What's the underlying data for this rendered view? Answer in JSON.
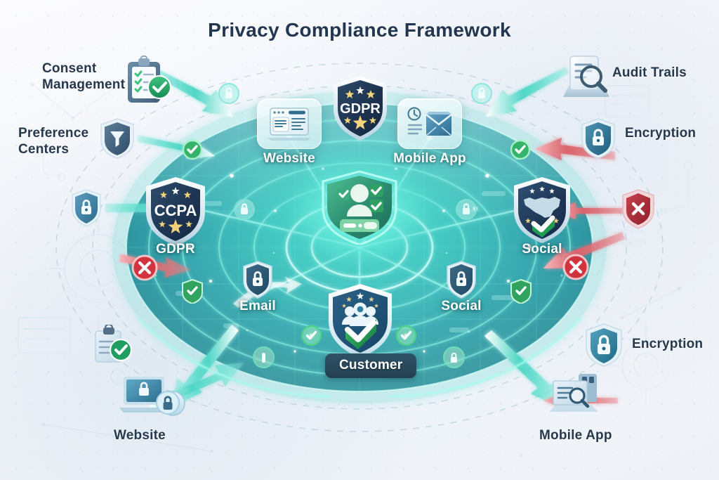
{
  "page": {
    "title": "Privacy Compliance Framework",
    "background_color": "#f7f7fb",
    "title_color": "#22374f"
  },
  "palette": {
    "teal_dark": "#2a8f9e",
    "teal_mid": "#35b3ae",
    "teal_light": "#45e0cd",
    "navy": "#22374f",
    "green_check": "#2fae5f",
    "red_alert": "#d8414a",
    "white": "#ffffff"
  },
  "outer_labels": [
    {
      "id": "consent-management",
      "text": "Consent\nManagement",
      "icon": "clipboard-check-icon",
      "corner": "top-left"
    },
    {
      "id": "preference-centers",
      "text": "Preference\nCenters",
      "icon": "shield-funnel-icon",
      "corner": "left-upper"
    },
    {
      "id": "audit-trails",
      "text": "Audit  Trails",
      "icon": "document-magnifier-icon",
      "corner": "top-right"
    },
    {
      "id": "encryption-top",
      "text": "Encryption",
      "icon": "shield-lock-icon",
      "corner": "right-upper"
    },
    {
      "id": "encryption-bottom",
      "text": "Encryption",
      "icon": "shield-lock-icon",
      "corner": "right-lower"
    },
    {
      "id": "website-bottom",
      "text": "Website",
      "icon": "laptop-lock-icon",
      "corner": "bottom-left"
    },
    {
      "id": "mobile-app-bottom",
      "text": "Mobile App",
      "icon": "document-magnifier-icon",
      "corner": "bottom-right"
    }
  ],
  "inner_nodes": [
    {
      "id": "website",
      "label": "Website",
      "icon": "browser-window-icon",
      "ring": "top"
    },
    {
      "id": "gdpr-top",
      "label": "GDPR",
      "icon": "shield-gdpr-icon",
      "badge_text": "GDPR",
      "ring": "top-center"
    },
    {
      "id": "mobile-app",
      "label": "Mobile App",
      "icon": "envelope-clock-icon",
      "ring": "top"
    },
    {
      "id": "ccpa",
      "label": "GDPR",
      "icon": "shield-ccpa-icon",
      "badge_text": "CCPA",
      "ring": "left"
    },
    {
      "id": "social-right",
      "label": "Social",
      "icon": "shield-map-check-icon",
      "ring": "right"
    },
    {
      "id": "email",
      "label": "Email",
      "icon": "shield-lock-icon",
      "ring": "bottom-left"
    },
    {
      "id": "social-bottom",
      "label": "Social",
      "icon": "shield-lock-icon",
      "ring": "bottom-right"
    },
    {
      "id": "customer",
      "label": "Customer",
      "icon": "shield-people-check-icon",
      "ring": "center-bottom"
    },
    {
      "id": "core",
      "label": "",
      "icon": "shield-user-consent-icon",
      "ring": "core"
    }
  ],
  "status_badges": [
    {
      "id": "badge-lock-tl",
      "icon": "lock-badge-icon",
      "state": "secure"
    },
    {
      "id": "badge-lock-tr",
      "icon": "lock-badge-icon",
      "state": "secure"
    },
    {
      "id": "badge-check-tl",
      "icon": "check-badge-icon",
      "state": "ok"
    },
    {
      "id": "badge-check-tr",
      "icon": "check-badge-icon",
      "state": "ok"
    },
    {
      "id": "badge-lock-ml",
      "icon": "lock-badge-icon",
      "state": "secure"
    },
    {
      "id": "badge-lock-mr",
      "icon": "lock-badge-icon",
      "state": "secure"
    },
    {
      "id": "badge-check-bl",
      "icon": "check-shield-badge-icon",
      "state": "ok"
    },
    {
      "id": "badge-check-br",
      "icon": "check-shield-badge-icon",
      "state": "ok"
    },
    {
      "id": "badge-check-cl",
      "icon": "check-badge-icon",
      "state": "ok"
    },
    {
      "id": "badge-check-cr",
      "icon": "check-badge-icon",
      "state": "ok"
    },
    {
      "id": "badge-info-l",
      "icon": "info-badge-icon",
      "state": "info"
    },
    {
      "id": "badge-info-r",
      "icon": "info-badge-icon",
      "state": "info"
    },
    {
      "id": "badge-x-left",
      "icon": "x-circle-icon",
      "state": "blocked"
    },
    {
      "id": "badge-x-right",
      "icon": "x-circle-icon",
      "state": "blocked"
    },
    {
      "id": "badge-shield-x",
      "icon": "shield-x-icon",
      "state": "blocked"
    },
    {
      "id": "badge-lock-left",
      "icon": "shield-lock-small-icon",
      "state": "secure"
    }
  ]
}
